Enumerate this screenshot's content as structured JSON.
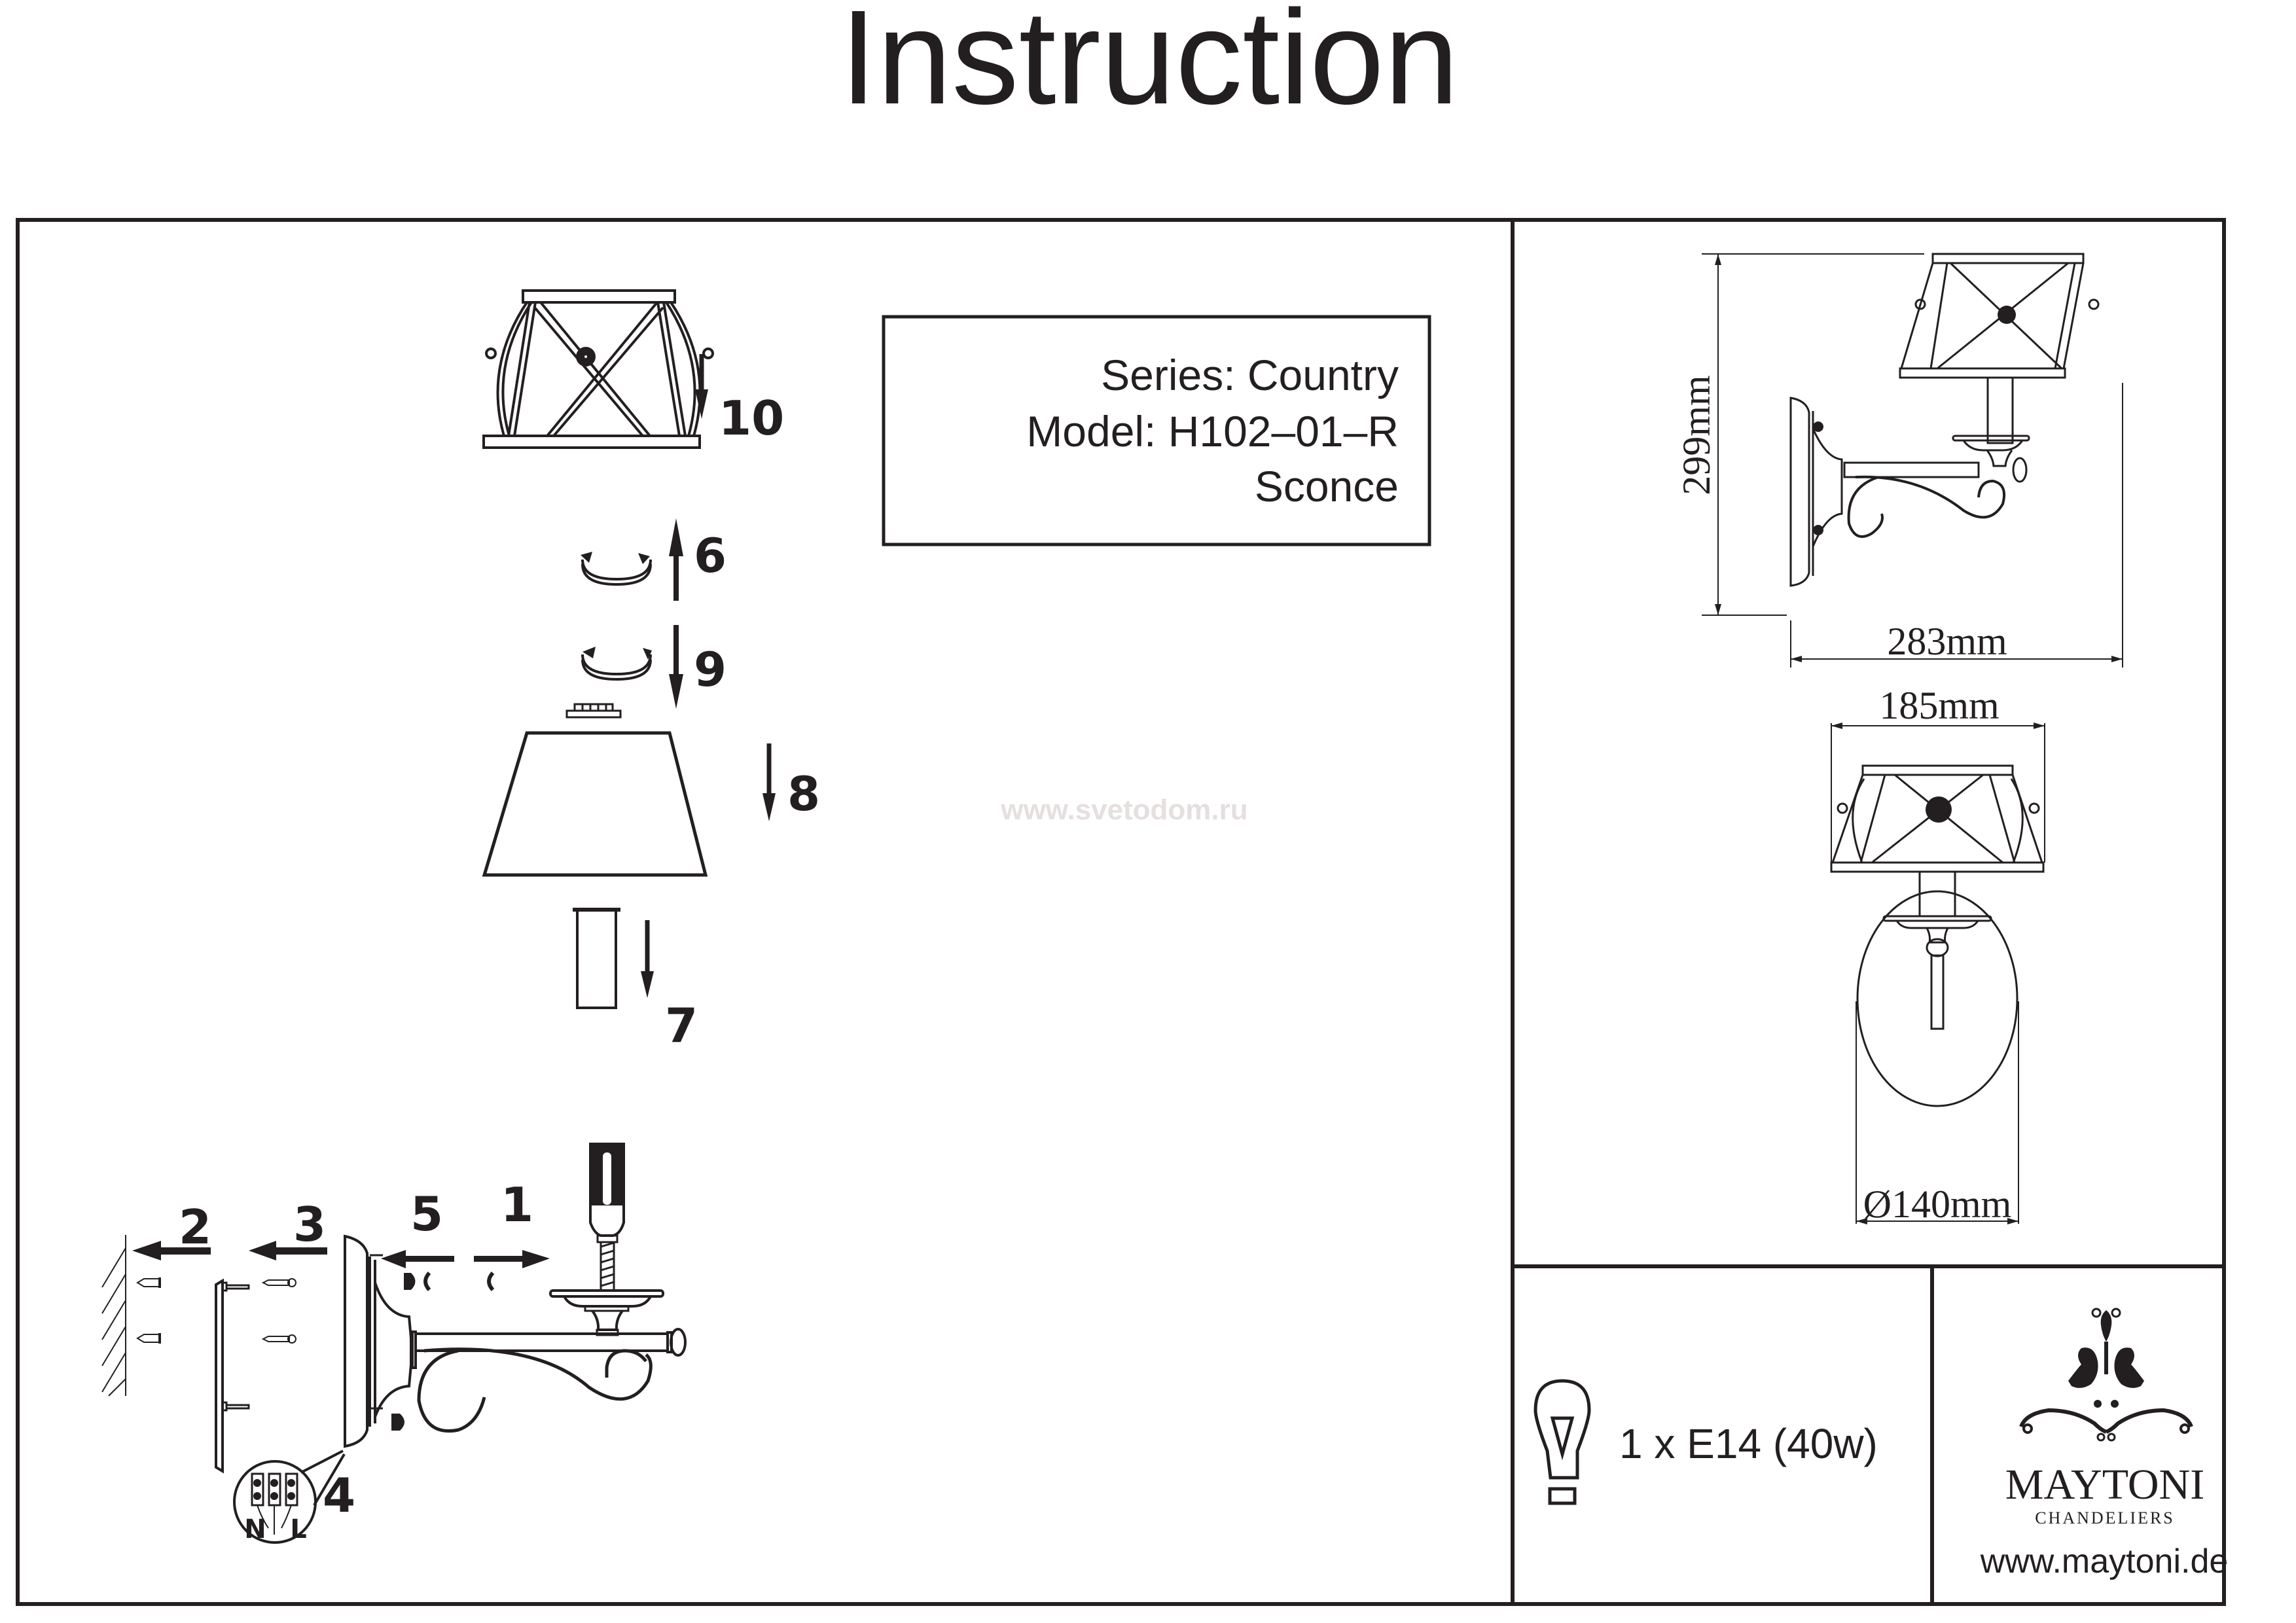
{
  "title": "Instruction",
  "product_info": {
    "series": "Series: Country",
    "model": "Model: H102–01–R",
    "type": "Sconce"
  },
  "watermark": "www.svetodom.ru",
  "assembly_steps": {
    "step_1": "1",
    "step_2": "2",
    "step_3": "3",
    "step_4": "4",
    "step_5": "5",
    "step_6": "6",
    "step_7": "7",
    "step_8": "8",
    "step_9": "9",
    "step_10": "10"
  },
  "wiring": {
    "neutral": "N",
    "live": "L"
  },
  "dimensions": {
    "height": "299mm",
    "depth": "283mm",
    "width": "185mm",
    "base_diameter": "Ø140mm"
  },
  "bulb_spec": "1 x E14 (40w)",
  "brand": {
    "name": "MAYTONI",
    "tagline": "CHANDELIERS",
    "website": "www.maytoni.de"
  },
  "colors": {
    "ink": "#231f20",
    "watermark": "#e6dfdf",
    "background": "#ffffff"
  }
}
